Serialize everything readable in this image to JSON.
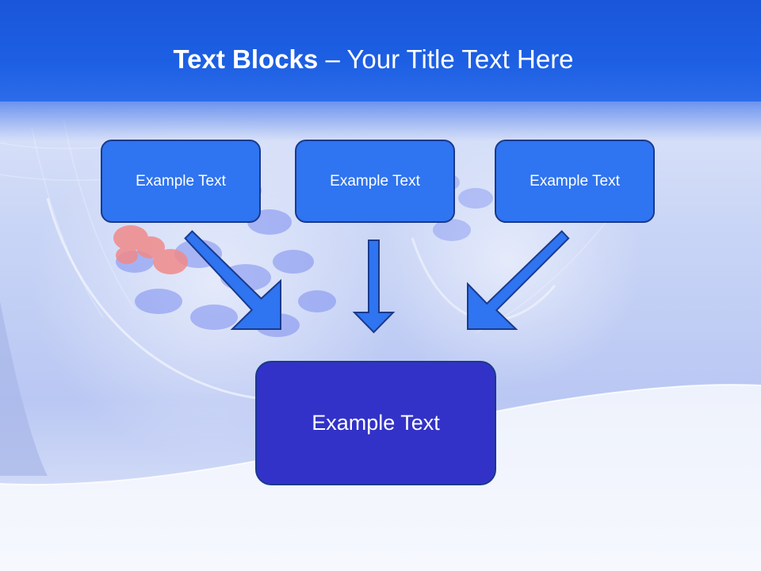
{
  "slide": {
    "title_bold": "Text Blocks",
    "title_separator": "–",
    "title_rest": "Your Title Text Here",
    "blocks": [
      {
        "label": "Example Text"
      },
      {
        "label": "Example Text"
      },
      {
        "label": "Example Text"
      }
    ],
    "target": {
      "label": "Example Text"
    }
  },
  "colors": {
    "header": "#1d5fe3",
    "small_box": "#2f74f0",
    "big_box": "#3232c8",
    "arrow": "#2f74f0",
    "outline": "#1a3a8c"
  }
}
